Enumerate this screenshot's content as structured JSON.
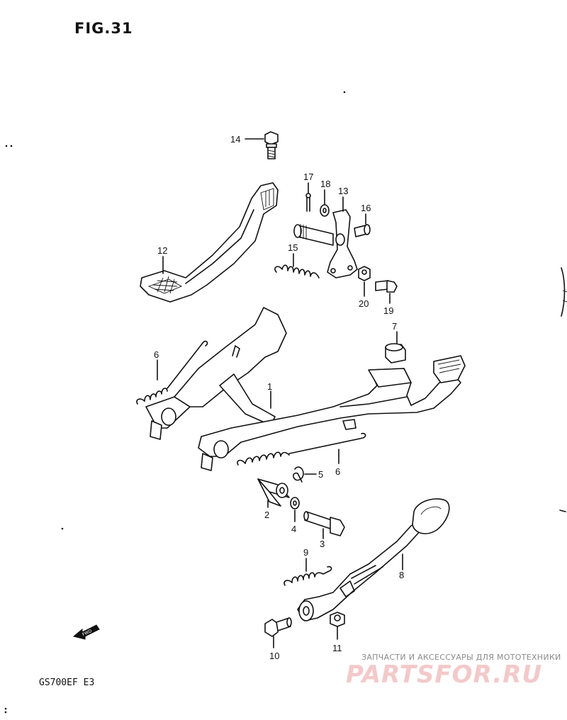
{
  "figure": {
    "title": "FIG.31",
    "model": "GS700EF E3"
  },
  "watermark": {
    "tagline": "ЗАПЧАСТИ И АКСЕССУАРЫ ДЛЯ МОТОТЕХНИКИ",
    "logo_text": "PARTSFOR.RU",
    "color": "#f3c9c9"
  },
  "fwd_icon": {
    "label": "FWD"
  },
  "labels": {
    "p1": "1",
    "p2": "2",
    "p3": "3",
    "p4": "4",
    "p5": "5",
    "p6a": "6",
    "p6b": "6",
    "p7": "7",
    "p8": "8",
    "p9": "9",
    "p10": "10",
    "p11": "11",
    "p12": "12",
    "p13": "13",
    "p14": "14",
    "p15": "15",
    "p16": "16",
    "p17": "17",
    "p18": "18",
    "p19": "19",
    "p20": "20"
  }
}
